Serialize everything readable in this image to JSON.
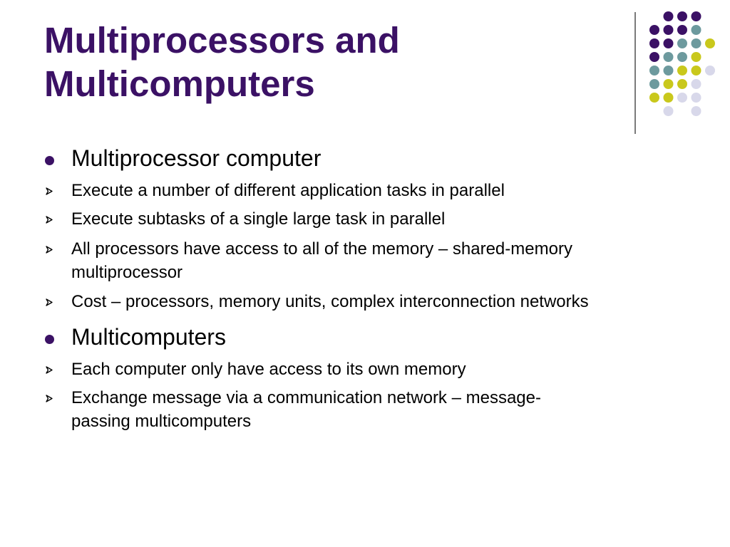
{
  "slide": {
    "title_lines": [
      "Multiprocessors and",
      "Multicomputers"
    ],
    "colors": {
      "title": "#3b1165",
      "bullet": "#3b1165",
      "text": "#000000",
      "divider": "#7a7a7a",
      "dot_purple": "#3b1165",
      "dot_teal": "#6d9a9e",
      "dot_yellow": "#c9c81c",
      "dot_lavender": "#d8d8ea"
    },
    "bullets": [
      {
        "level": 1,
        "marker": "disc",
        "lines": [
          "Multiprocessor computer"
        ]
      },
      {
        "level": 2,
        "marker": "arrow-icon",
        "lines": [
          "Execute a number of different application tasks in parallel"
        ]
      },
      {
        "level": 2,
        "marker": "arrow-icon",
        "lines": [
          "Execute subtasks of a single large task in parallel"
        ]
      },
      {
        "level": 2,
        "marker": "arrow-icon",
        "lines": [
          "All processors have access to all of the memory – shared-memory",
          "multiprocessor"
        ]
      },
      {
        "level": 2,
        "marker": "arrow-icon",
        "lines": [
          "Cost – processors, memory units, complex interconnection networks"
        ]
      },
      {
        "level": 1,
        "marker": "disc",
        "lines": [
          "Multicomputers"
        ]
      },
      {
        "level": 2,
        "marker": "arrow-icon",
        "lines": [
          "Each computer only have access to its own memory"
        ]
      },
      {
        "level": 2,
        "marker": "arrow-icon",
        "lines": [
          "Exchange message via a communication network – message-",
          "passing multicomputers"
        ]
      }
    ]
  }
}
